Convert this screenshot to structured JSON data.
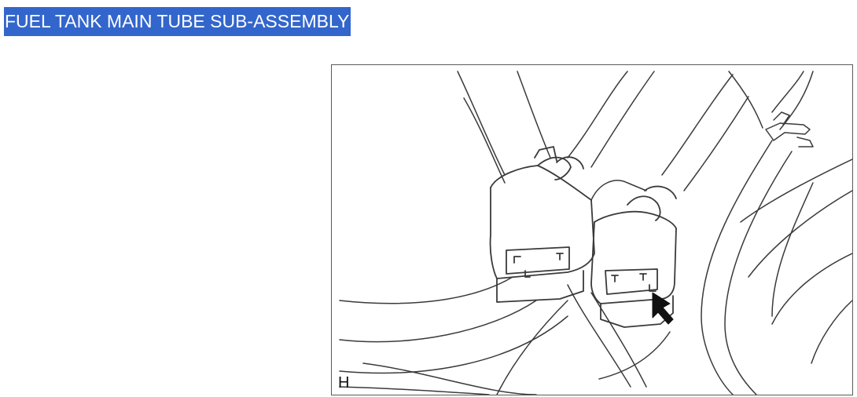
{
  "header": {
    "title": "FUEL TANK MAIN TUBE SUB-ASSEMBLY",
    "highlight_color": "#3366cc"
  },
  "figure": {
    "corner_label": "H",
    "content": "line-drawing",
    "pointer": "arrow-icon"
  }
}
